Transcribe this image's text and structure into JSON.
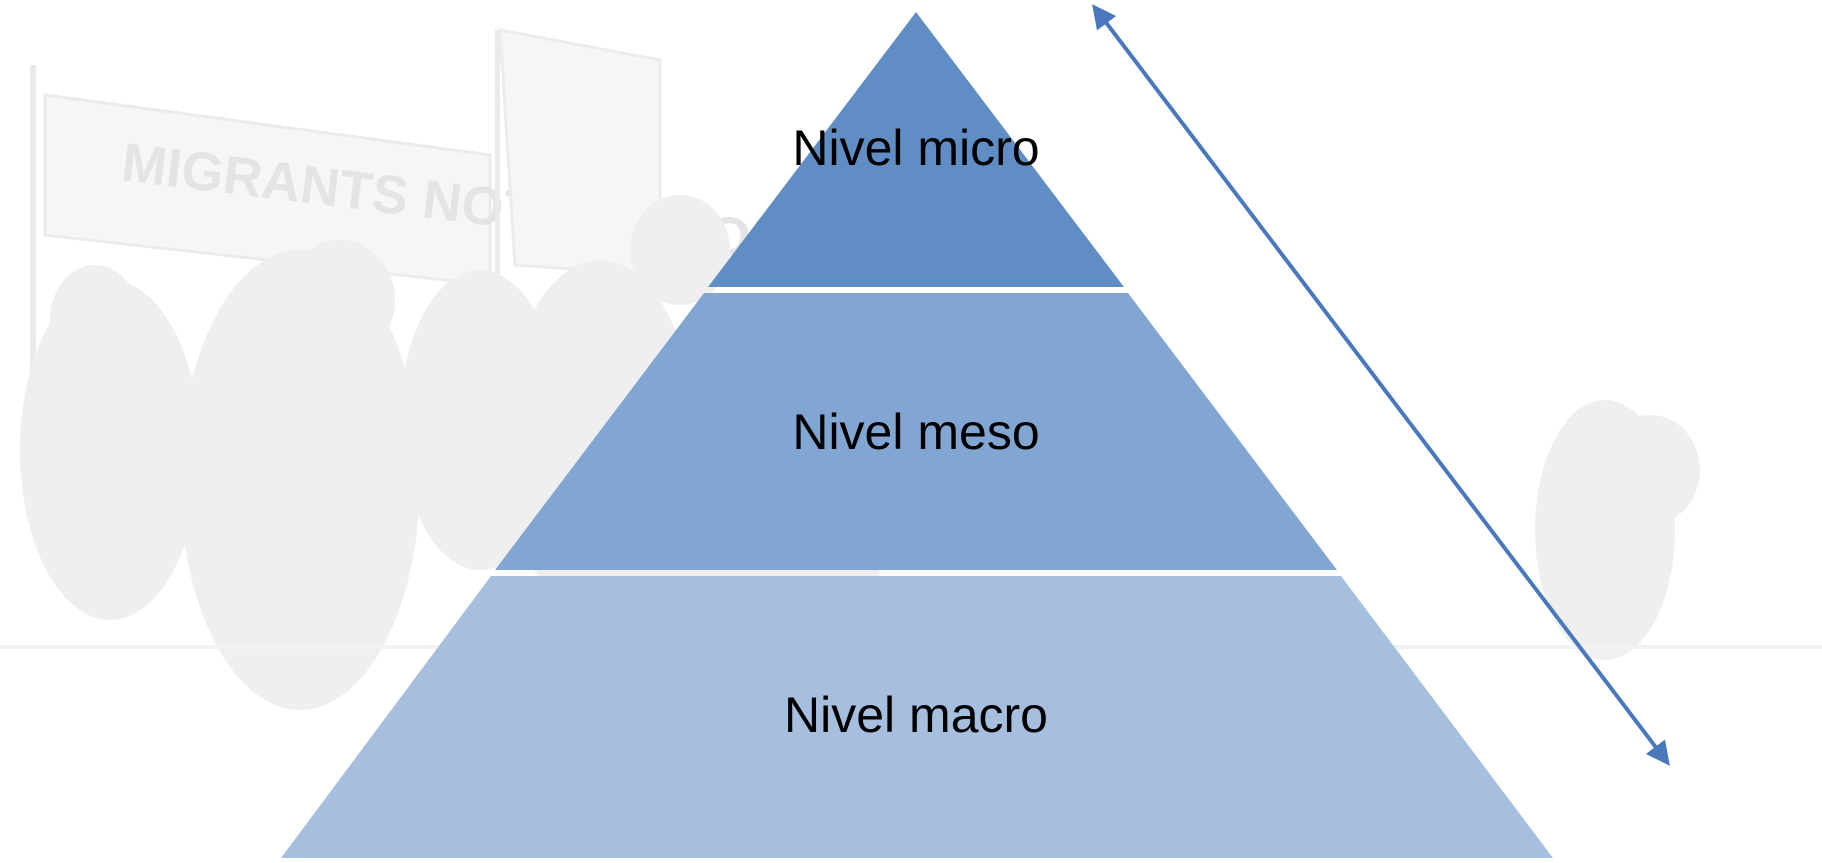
{
  "diagram": {
    "levels": [
      {
        "label": "Nivel micro",
        "color": "#5f8dc4"
      },
      {
        "label": "Nivel meso",
        "color": "#82a6d2"
      },
      {
        "label": "Nivel macro",
        "color": "#a7bfdf"
      }
    ],
    "arrow_color": "#4a78bd",
    "text_color": "#000000"
  },
  "background": {
    "photo": "faded-pigeons-photo",
    "sign_text": "MIGRANTS NOT WELCOME"
  }
}
